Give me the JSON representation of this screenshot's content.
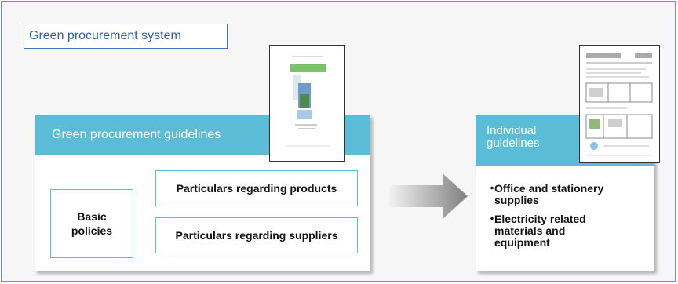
{
  "system_title": "Green procurement system",
  "left_panel": {
    "header": "Green procurement guidelines",
    "basic_policies": [
      "Basic",
      "policies"
    ],
    "particulars_products": "Particulars regarding products",
    "particulars_suppliers": "Particulars regarding suppliers"
  },
  "right_panel": {
    "header": [
      "Individual",
      "guidelines"
    ],
    "items": [
      [
        "Office and stationery",
        "supplies"
      ],
      [
        "Electricity related",
        "materials and",
        "equipment"
      ]
    ],
    "bullet": "・"
  },
  "colors": {
    "frame_border": "#6b8fc8",
    "title_text": "#2a5fae",
    "header_bg": "#5bbcd8",
    "arrow": "#888888"
  }
}
